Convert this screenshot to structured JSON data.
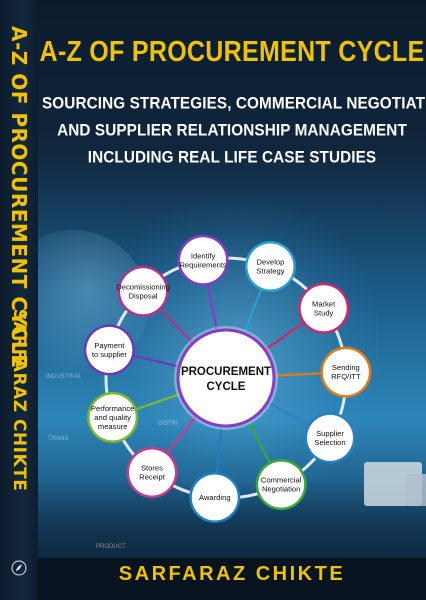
{
  "spine": {
    "title": "A-Z OF PROCUREMENT CYCLE",
    "author": "SARFARAZ CHIKTE",
    "logo_icon": "publisher-logo-icon"
  },
  "cover": {
    "title": "A-Z OF PROCUREMENT CYCLE",
    "subtitle_lines": [
      "SOURCING STRATEGIES, COMMERCIAL NEGOTIATION",
      "AND SUPPLIER RELATIONSHIP MANAGEMENT",
      "INCLUDING REAL LIFE CASE STUDIES"
    ],
    "author": "SARFARAZ CHIKTE"
  },
  "diagram": {
    "center_label": [
      "PROCUREMENT",
      "CYCLE"
    ],
    "nodes": [
      {
        "lines": [
          "Identify",
          "Requirements"
        ],
        "color": "#8a3bc4"
      },
      {
        "lines": [
          "Develop",
          "Strategy"
        ],
        "color": "#2aa0c8"
      },
      {
        "lines": [
          "Market",
          "Study"
        ],
        "color": "#d0286a"
      },
      {
        "lines": [
          "Sending",
          "RFQ/ITT"
        ],
        "color": "#e07a1c"
      },
      {
        "lines": [
          "Supplier",
          "Selection"
        ],
        "color": "#2e7fc2"
      },
      {
        "lines": [
          "Commercial",
          "Negotiation"
        ],
        "color": "#3aa83a"
      },
      {
        "lines": [
          "Awarding"
        ],
        "color": "#1f7fc0"
      },
      {
        "lines": [
          "Stores",
          "Receipt"
        ],
        "color": "#c93a8a"
      },
      {
        "lines": [
          "Performance",
          "and quality",
          "measure"
        ],
        "color": "#7cb82a"
      },
      {
        "lines": [
          "Payment",
          "to supplier"
        ],
        "color": "#6a3ab4"
      },
      {
        "lines": [
          "Decomissioning",
          "Disposal"
        ],
        "color": "#b4328c"
      }
    ],
    "background_words": [
      "INDUSTRIAL",
      "TRANS",
      "DISTRI",
      "PRODUCT"
    ]
  },
  "colors": {
    "accent": "#f0c200",
    "ring": "#dfe9f2"
  }
}
